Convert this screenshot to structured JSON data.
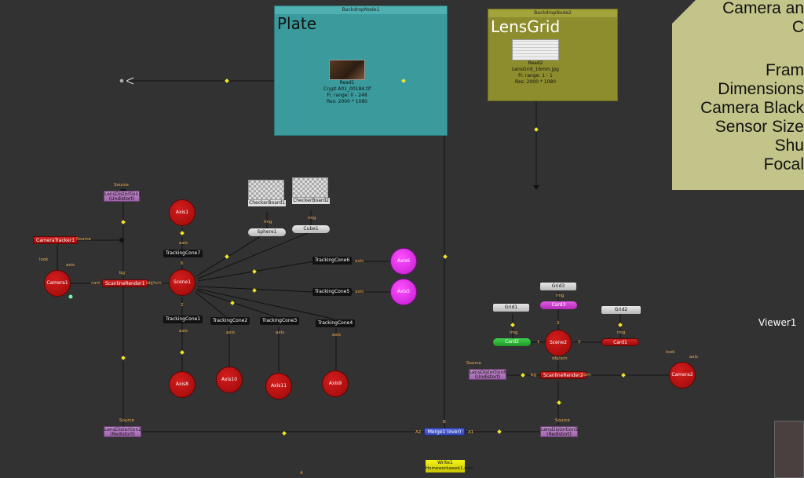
{
  "backdrops": {
    "plate": {
      "title": "BackdropNode1",
      "label": "Plate",
      "color": "#3a9a9c"
    },
    "lensgrid": {
      "title": "BackdropNode2",
      "label": "LensGrid",
      "color": "#8d8d2e"
    }
  },
  "reads": {
    "read1": {
      "name": "Read1",
      "file": "Crypt A01_00184.tif",
      "range": "Fr. range: 0 - 248",
      "res": "Res: 2000 * 1080"
    },
    "read2": {
      "name": "Read2",
      "file": "LensGrid_16mm.jpg",
      "range": "Fr. range: 1 - 1",
      "res": "Res: 2000 * 1080"
    }
  },
  "note_lines": [
    "Camera an",
    "C",
    "",
    "Fram",
    "Dimensions",
    "Camera Black",
    "Sensor Size",
    "Shu",
    "Focal"
  ],
  "viewer": "Viewer1",
  "nodes": {
    "lensdist1": {
      "name": "LensDistortion1",
      "sub": "(Undistort)"
    },
    "lensdist2": {
      "name": "LensDistortion2",
      "sub": "(Redistort)"
    },
    "lensdist5": {
      "name": "LensDistortion5",
      "sub": "(Redistort)"
    },
    "lensdist6": {
      "name": "LensDistortion6",
      "sub": "(Undistort)"
    },
    "cameratracker1": "CameraTracker1",
    "camera1": "Camera1",
    "camera2": "Camera2",
    "scanline1": "ScanlineRender1",
    "scanline2": "ScanlineRender2",
    "scene1": "Scene1",
    "scene2": "Scene2",
    "axis1": "Axis1",
    "axis5": "Axis5",
    "axis6": "Axis6",
    "axis8": "Axis8",
    "axis9": "Axis9",
    "axis10": "Axis10",
    "axis11": "Axis11",
    "tc1": "TrackingCone1",
    "tc2": "TrackingCone2",
    "tc3": "TrackingCone3",
    "tc4": "TrackingCone4",
    "tc5": "TrackingCone5",
    "tc6": "TrackingCone6",
    "tc7": "TrackingCone7",
    "checker1": "CheckerBoard1",
    "checker2": "CheckerBoard2",
    "sphere1": "Sphere1",
    "cube1": "Cube1",
    "grid1": "Grid1",
    "grid2": "Grid2",
    "grid3": "Grid3",
    "card1": "Card1",
    "card2": "Card2",
    "card3": "Card3",
    "merge1": "Merge1 (over)",
    "write1": "Write1",
    "write1_file": "Homeworkweek1.mov"
  },
  "pipe_labels": {
    "source": "Source",
    "look": "look",
    "axis": "axis",
    "cam": "cam",
    "bg": "bg",
    "objscn": "obj/scn",
    "img": "img",
    "A": "A",
    "A1": "A1",
    "A2": "A2",
    "B": "B",
    "n1": "1",
    "n2": "2",
    "n3": "3",
    "n6": "6"
  }
}
